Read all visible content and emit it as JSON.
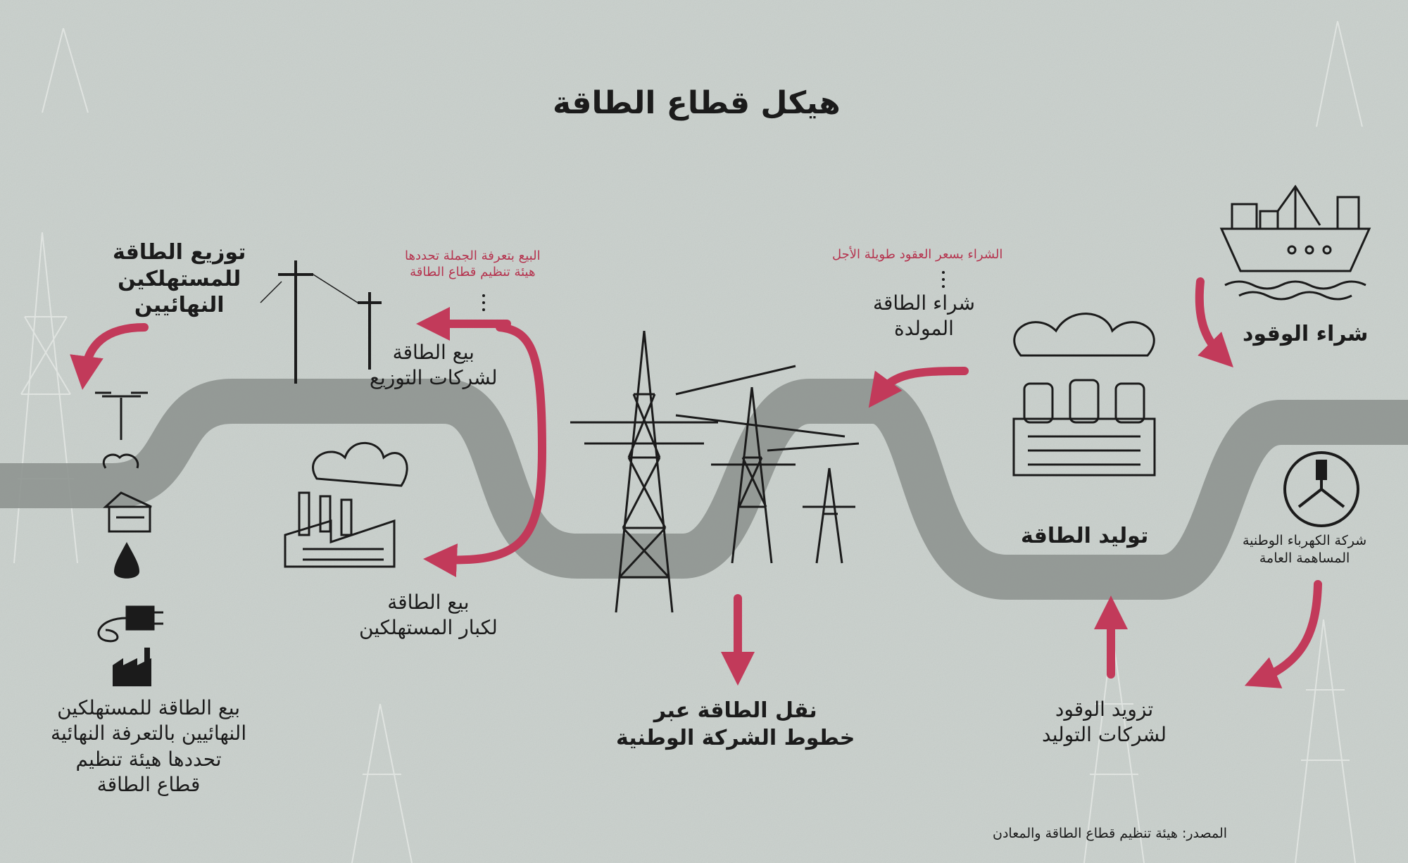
{
  "title": "هيكل قطاع الطاقة",
  "steps": {
    "fuel_purchase": "شراء الوقود",
    "company": [
      "شركة الكهرباء الوطنية",
      "المساهمة العامة"
    ],
    "fuel_supply": [
      "تزويد الوقود",
      "لشركات التوليد"
    ],
    "power_generation": "توليد الطاقة",
    "buy_generated_power": [
      "شراء الطاقة",
      "المولدة"
    ],
    "long_term_note": "الشراء بسعر العقود طويلة الأجل",
    "transmission": [
      "نقل الطاقة عبر",
      "خطوط الشركة الوطنية"
    ],
    "sell_to_distribution": [
      "بيع الطاقة",
      "لشركات التوزيع"
    ],
    "wholesale_note": [
      "البيع بتعرفة الجملة تحددها",
      "هيئة تنظيم قطاع الطاقة"
    ],
    "sell_to_large": [
      "بيع الطاقة",
      "لكبار المستهلكين"
    ],
    "distribution": [
      "توزيع الطاقة",
      "للمستهلكين",
      "النهائيين"
    ],
    "sell_to_final": [
      "بيع الطاقة للمستهلكين",
      "النهائيين بالتعرفة النهائية",
      "تحددها هيئة تنظيم",
      "قطاع الطاقة"
    ]
  },
  "source": "المصدر: هيئة تنظيم قطاع الطاقة والمعادن",
  "colors": {
    "background": "#c9d0cc",
    "river": "#8e9490",
    "arrow": "#c23a5a",
    "ink": "#1b1b1b",
    "note": "#b5344f"
  },
  "icons": [
    "ship-icon",
    "factory-smoke-icon",
    "power-plant-icon",
    "company-logo-icon",
    "transmission-tower-icon",
    "utility-pole-icon",
    "street-lamp-icon",
    "house-icon",
    "oil-drop-icon",
    "plug-icon",
    "small-factory-icon"
  ]
}
